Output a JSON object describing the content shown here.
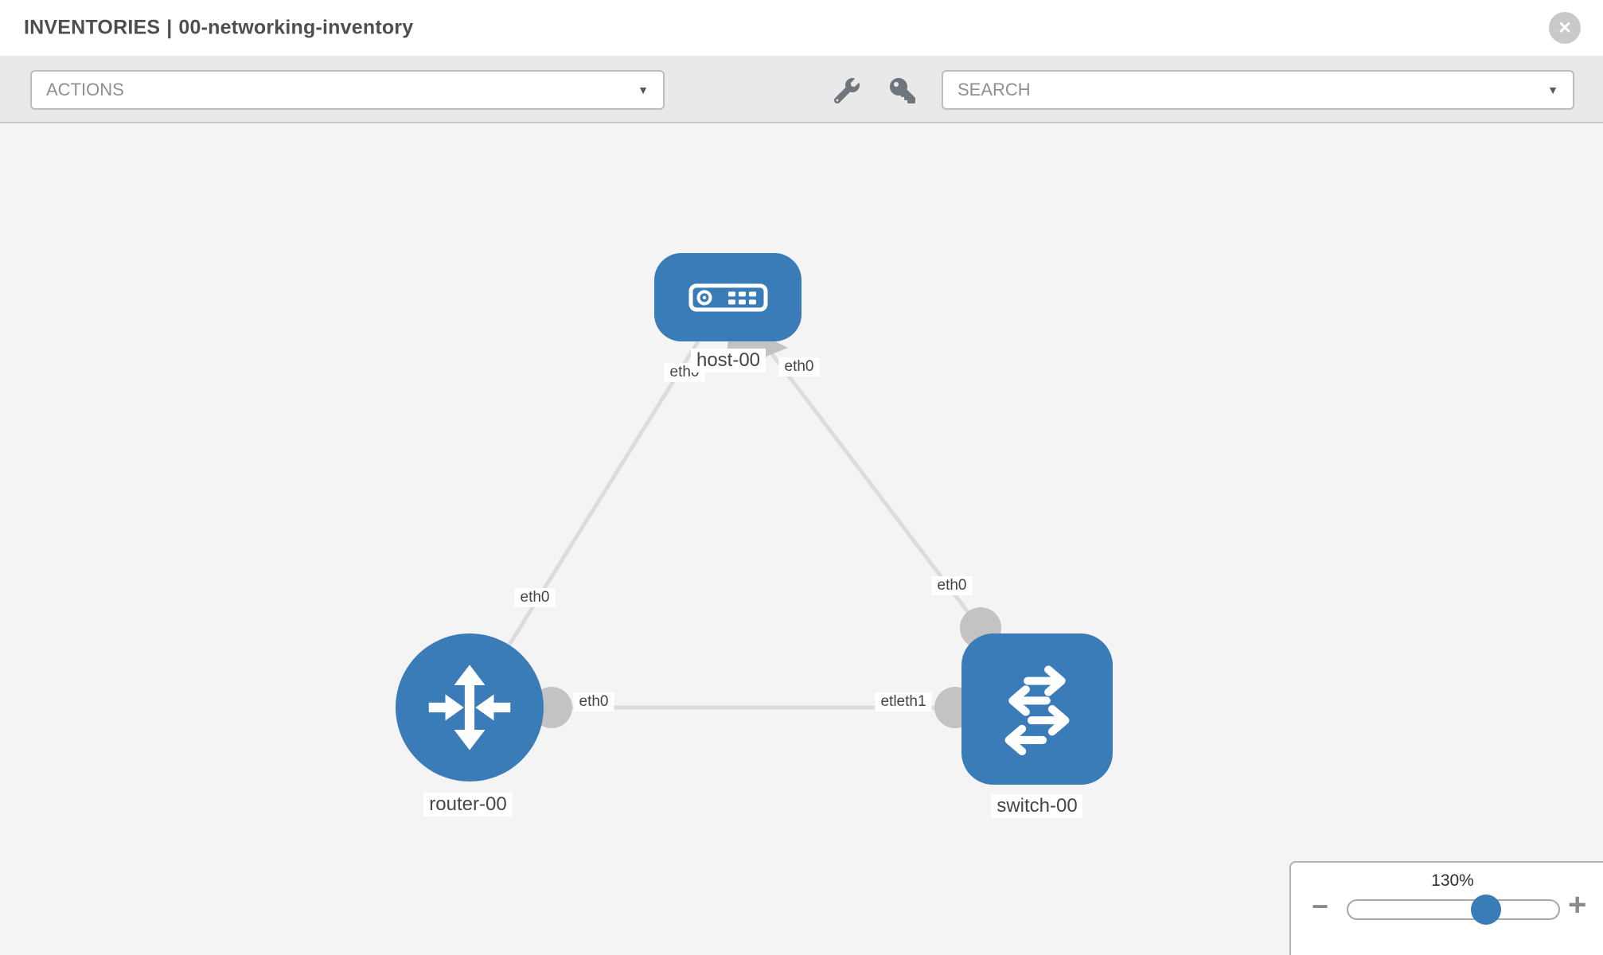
{
  "header": {
    "title_prefix": "INVENTORIES",
    "title_separator": "|",
    "inventory_name": "00-networking-inventory"
  },
  "toolbar": {
    "actions_label": "ACTIONS",
    "search_label": "SEARCH"
  },
  "icons": {
    "close_glyph": "✕",
    "caret_glyph": "▼",
    "minus_glyph": "−",
    "plus_glyph": "+"
  },
  "colors": {
    "node_blue": "#3a7cb8",
    "link_gray": "#dcdcdc",
    "port_gray": "#c3c3c3"
  },
  "topology": {
    "nodes": [
      {
        "type": "host",
        "label": "host-00"
      },
      {
        "type": "router",
        "label": "router-00"
      },
      {
        "type": "switch",
        "label": "switch-00"
      }
    ],
    "interfaces": {
      "host_left": "eth0",
      "host_right": "eth0",
      "router_uplink": "eth0",
      "switch_uplink": "eth0",
      "bottom_link_left": "eth0",
      "bottom_link_right": "etleth1"
    }
  },
  "zoom": {
    "percent": "130%"
  }
}
